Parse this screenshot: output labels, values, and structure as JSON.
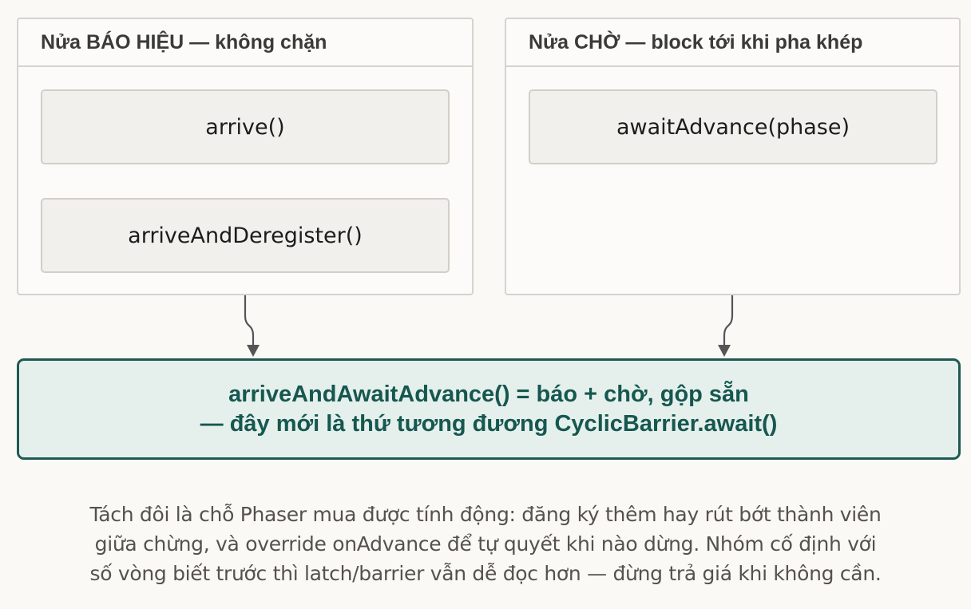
{
  "signal_half": {
    "title": "Nửa BÁO HIỆU — không chặn",
    "methods": [
      "arrive()",
      "arriveAndDeregister()"
    ]
  },
  "wait_half": {
    "title": "Nửa CHỜ — block tới khi pha khép",
    "methods": [
      "awaitAdvance(phase)"
    ]
  },
  "combined": {
    "line1": "arriveAndAwaitAdvance() = báo + chờ, gộp sẵn",
    "line2": "— đây mới là thứ tương đương CyclicBarrier.await()"
  },
  "caption": {
    "lines": [
      "Tách đôi là chỗ Phaser mua được tính động: đăng ký thêm hay rút bớt thành viên",
      "giữa chừng, và override onAdvance để tự quyết khi nào dừng. Nhóm cố định với",
      "số vòng biết trước thì latch/barrier vẫn dễ đọc hơn — đừng trả giá khi không cần."
    ]
  },
  "colors": {
    "accent": "#1e5a52",
    "accent_fill": "#e5f0ed",
    "box_border": "#d6d3cd",
    "arrow": "#555555"
  }
}
